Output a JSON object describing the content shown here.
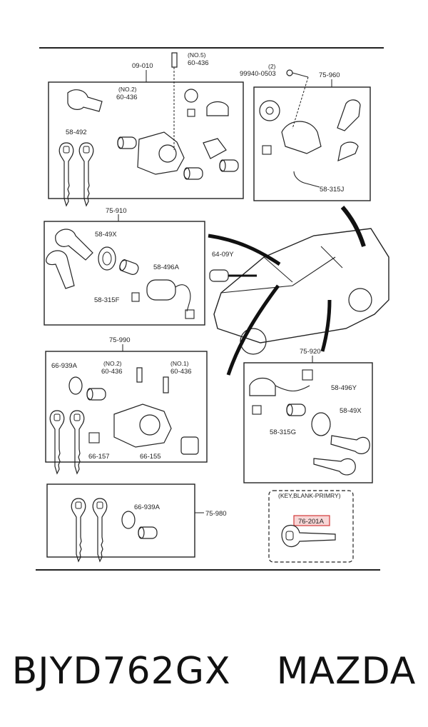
{
  "labels": {
    "group_09_010": "09-010",
    "group_75_960": "75-960",
    "group_75_910": "75-910",
    "group_75_990": "75-990",
    "group_75_920": "75-920",
    "group_75_980": "75-980",
    "no5": "(NO.5)",
    "no2_top": "(NO.2)",
    "no2_mid": "(NO.2)",
    "no1_mid": "(NO.1)",
    "p60_436_a": "60-436",
    "p60_436_b": "60-436",
    "p60_436_c": "60-436",
    "p60_436_d": "60-436",
    "qty2": "(2)",
    "p99940_0503": "99940-0503",
    "p58_492": "58-492",
    "p58_315j": "58-315J",
    "p58_49x_a": "58-49X",
    "p58_496a": "58-496A",
    "p58_315f": "58-315F",
    "p64_09y": "64-09Y",
    "p66_939a_a": "66-939A",
    "p66_157": "66-157",
    "p66_155": "66-155",
    "p58_496y": "58-496Y",
    "p58_49x_b": "58-49X",
    "p58_315g": "58-315G",
    "p66_939a_b": "66-939A",
    "key_blank_title": "(KEY,BLANK-PRIMRY)",
    "p76_201a": "76-201A"
  },
  "caption": {
    "part_number": "BJYD762GX",
    "brand": "MAZDA"
  }
}
